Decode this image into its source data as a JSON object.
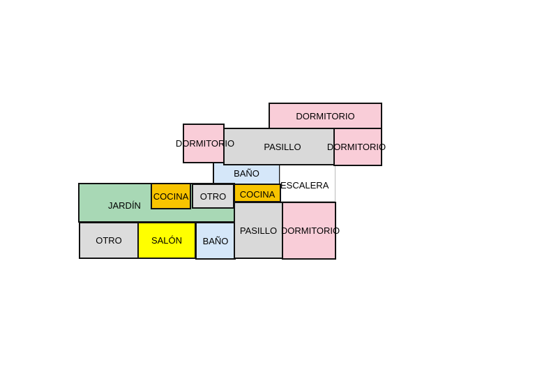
{
  "colors": {
    "dormitorio": "#f9cdd8",
    "pasillo": "#d9d9d9",
    "bano": "#d5e7f9",
    "escalera": "#ffffff",
    "jardin": "#a8d8b5",
    "cocina": "#f8c400",
    "otro": "#dcdcdc",
    "salon": "#ffff00"
  },
  "rooms": {
    "dormitorio_top": "DORMITORIO",
    "dormitorio_left": "DORMITORIO",
    "pasillo_top": "PASILLO",
    "dormitorio_right": "DORMITORIO",
    "bano_top": "BAÑO",
    "escalera": "ESCALERA",
    "jardin": "JARDÍN",
    "cocina_left": "COCINA",
    "otro_middle": "OTRO",
    "cocina_right": "COCINA",
    "otro_bottom": "OTRO",
    "salon": "SALÓN",
    "bano_bottom": "BAÑO",
    "pasillo_bottom": "PASILLO",
    "dormitorio_bottom": "DORMITORIO"
  }
}
